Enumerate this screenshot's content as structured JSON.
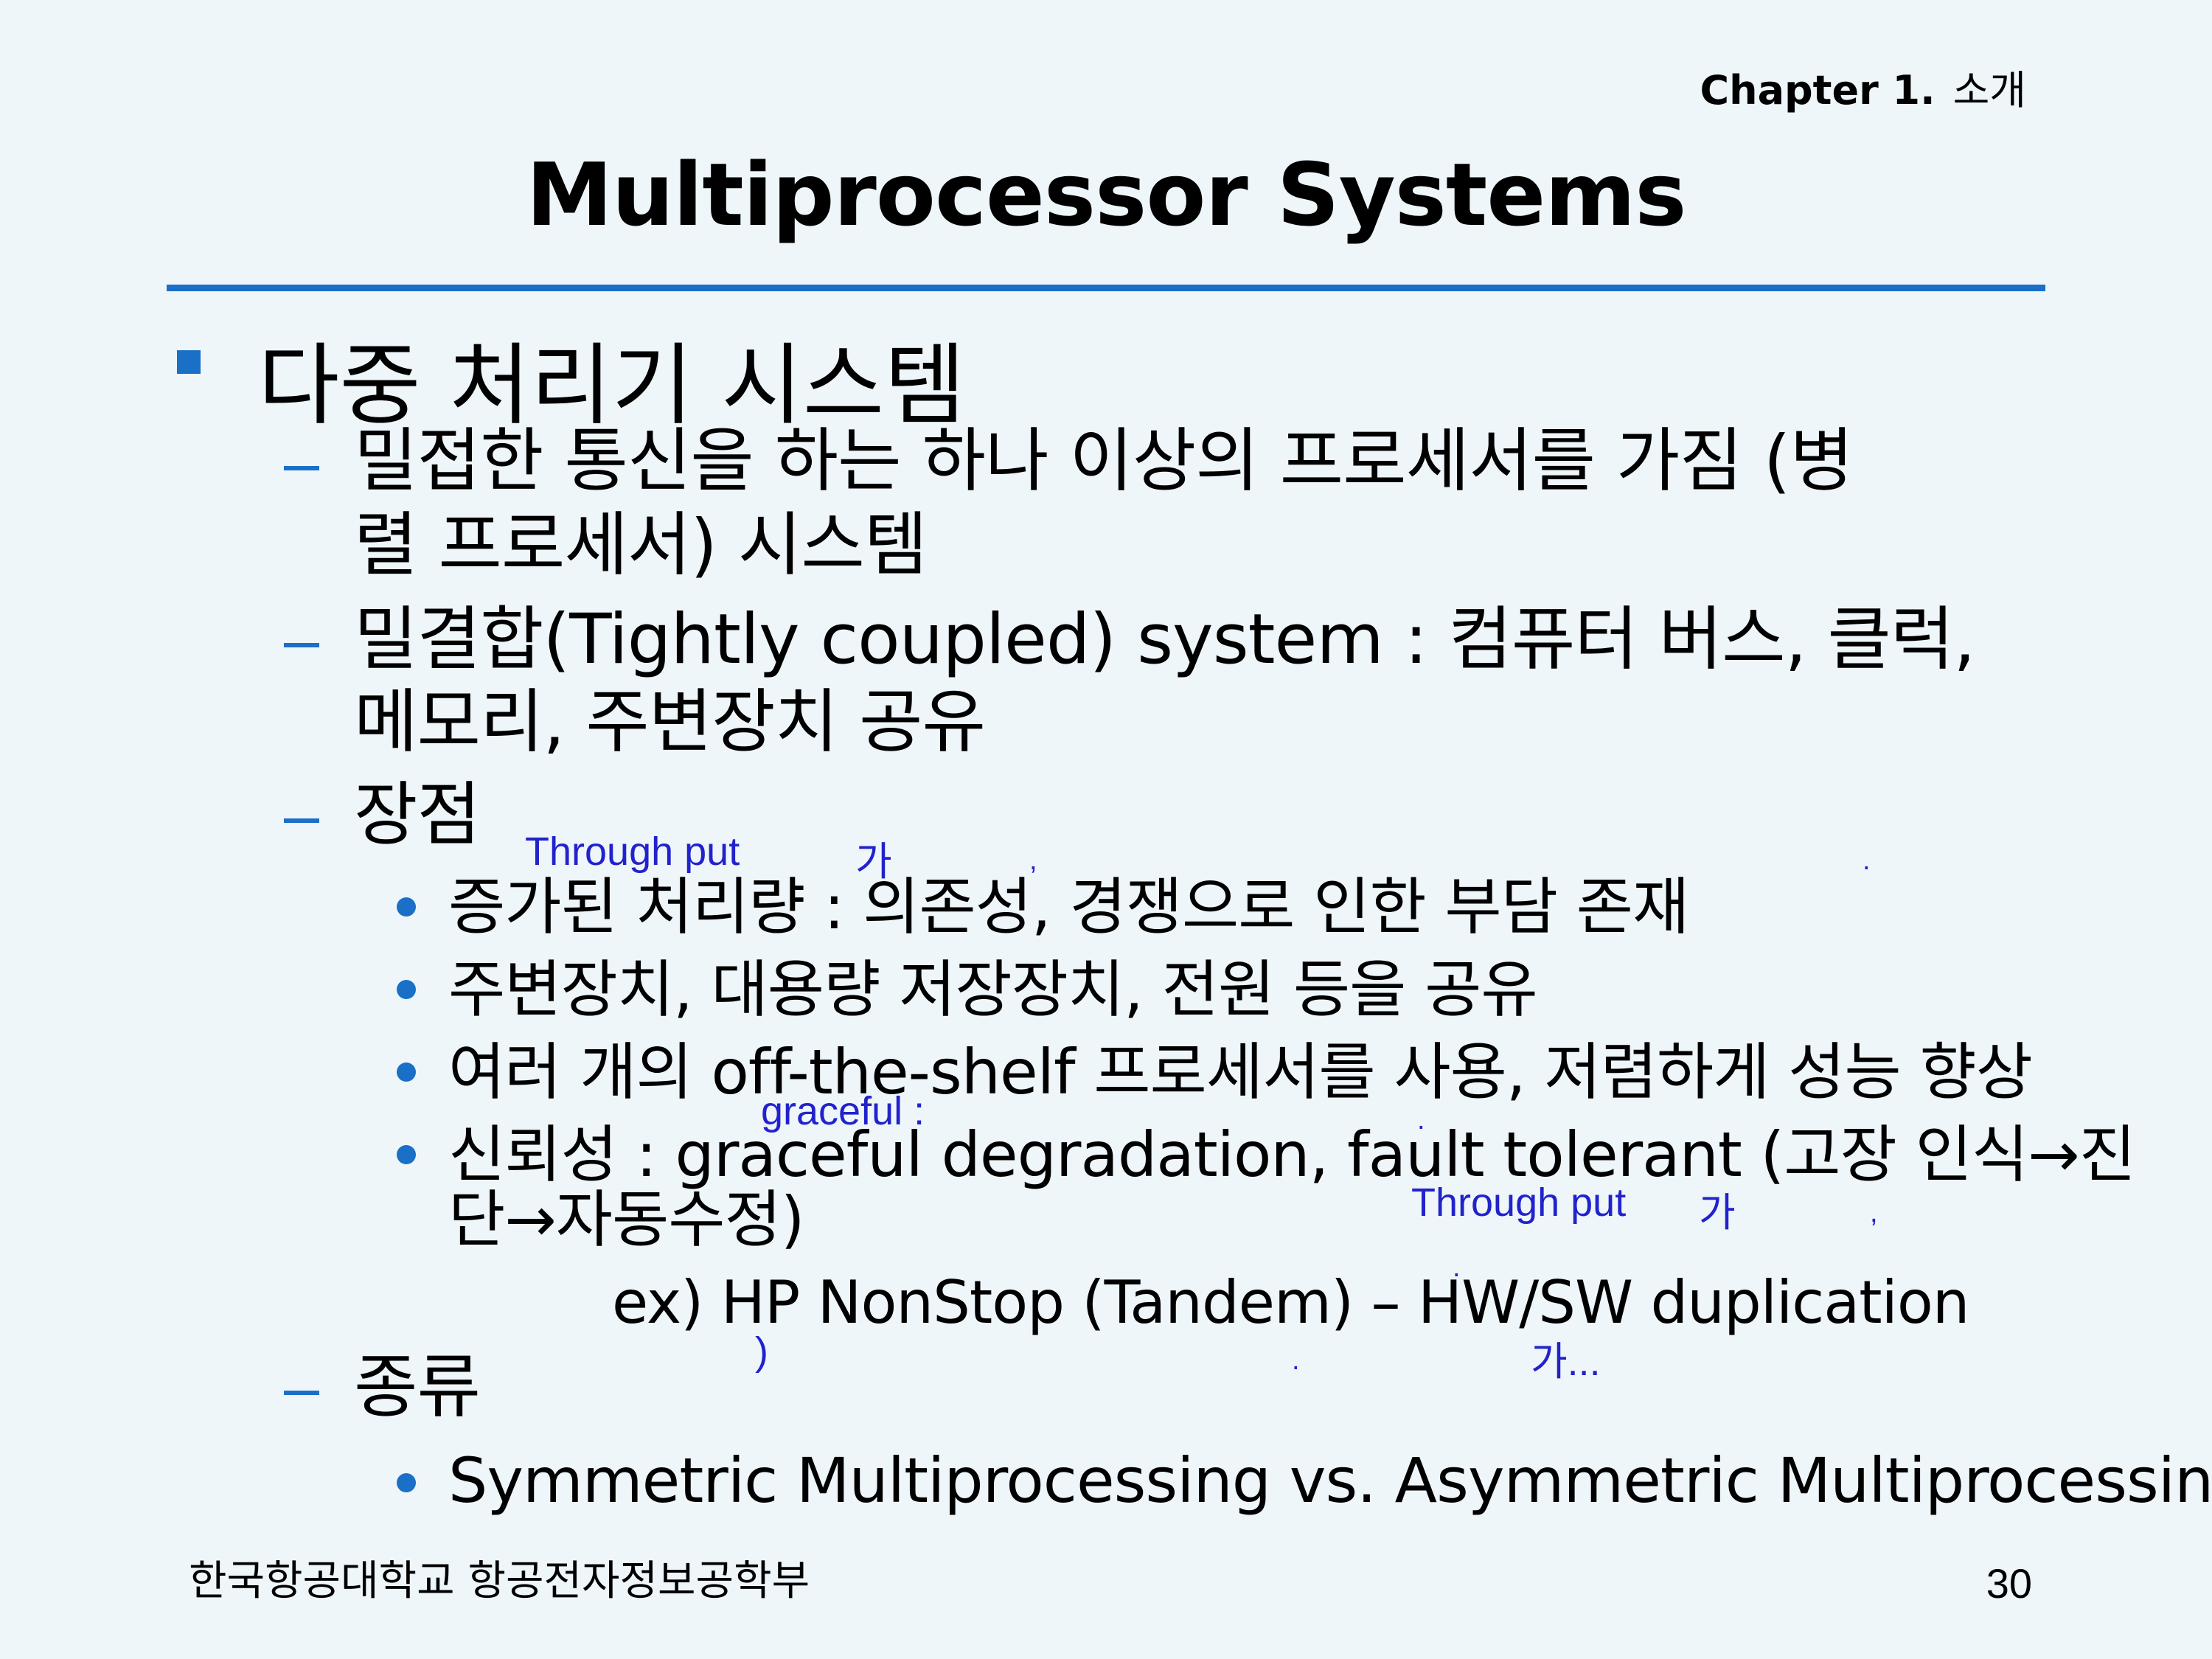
{
  "header": {
    "chapter": "Chapter 1.",
    "chapter_sub": "소개",
    "title": "Multiprocessor Systems"
  },
  "body": {
    "level1": "다중 처리기 시스템",
    "items": [
      {
        "line1": "밀접한 통신을 하는 하나 이상의 프로세서를 가짐 (병",
        "line2": "렬 프로세서) 시스템"
      },
      {
        "line1": "밀결합(Tightly coupled) system : 컴퓨터 버스, 클럭,",
        "line2": "메모리, 주변장치 공유"
      },
      {
        "line1": "장점"
      },
      {
        "line1": "종류"
      }
    ],
    "advantages": [
      "증가된 처리량 : 의존성, 경쟁으로 인한 부담 존재",
      "주변장치, 대용량 저장장치, 전원 등을 공유",
      "여러 개의 off-the-shelf 프로세서를 사용, 저렴하게 성능 향상",
      "신뢰성 : graceful degradation, fault tolerant (고장 인식→진",
      "단→자동수정)"
    ],
    "example": "ex) HP NonStop (Tandem) – HW/SW duplication",
    "types": [
      "Symmetric Multiprocessing vs.  Asymmetric Multiprocessing"
    ]
  },
  "annotations": {
    "a1": "Through put",
    "a2": "가",
    "a3": ",",
    "a4": ".",
    "a5": "graceful :",
    "a6": ".",
    "a7": "Through put",
    "a8": "가",
    "a9": ",",
    "a10": ".",
    "a11": ")",
    "a12": ".",
    "a13": "가..."
  },
  "footer": {
    "school": "한국항공대학교 항공전자정보공학부",
    "page": "30"
  }
}
